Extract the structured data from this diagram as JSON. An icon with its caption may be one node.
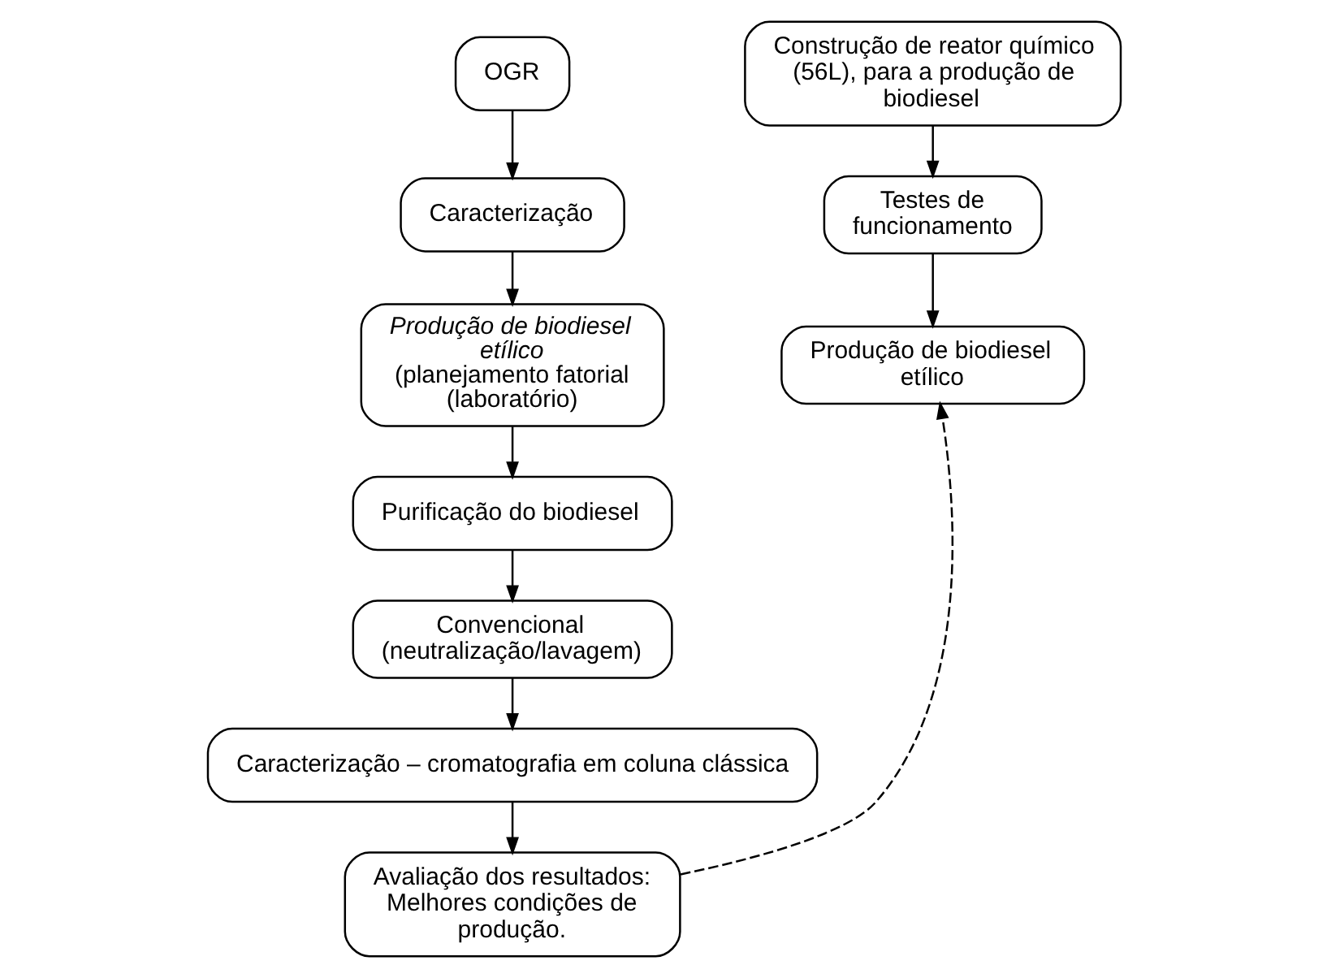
{
  "diagram": {
    "nodes": [
      {
        "text": [
          "OGR"
        ]
      },
      {
        "text": [
          "Caracterização"
        ]
      },
      {
        "text": [
          "Produção de biodiesel etílico",
          "(planejamento fatorial (laboratório)"
        ]
      },
      {
        "text": [
          "Purificação do biodiesel"
        ]
      },
      {
        "text": [
          "Convencional (neutralização/lavagem)"
        ]
      },
      {
        "text": [
          "Caracterização – cromatografia em coluna clássica"
        ]
      },
      {
        "text": [
          "Avaliação dos resultados: Melhores condições de produção."
        ]
      },
      {
        "text": [
          "Construção de reator químico (56L), para a produção de biodiesel"
        ]
      },
      {
        "text": [
          "Testes de funcionamento"
        ]
      },
      {
        "text": [
          "Produção de biodiesel etílico"
        ]
      }
    ],
    "edges": [
      {
        "from": 0,
        "to": 1,
        "arrow": "to"
      },
      {
        "from": 1,
        "to": 2,
        "arrow": "to"
      },
      {
        "from": 2,
        "to": 3,
        "arrow": "to"
      },
      {
        "from": 3,
        "to": 4,
        "arrow": "to"
      },
      {
        "from": 4,
        "to": 5,
        "arrow": "to"
      },
      {
        "from": 5,
        "to": 6,
        "arrow": "to"
      },
      {
        "from": 7,
        "to": 8,
        "arrow": "to"
      },
      {
        "from": 8,
        "to": 9,
        "arrow": "to"
      },
      {
        "from": 6,
        "to": 9,
        "arrow": "to",
        "style": "dashed"
      }
    ]
  }
}
